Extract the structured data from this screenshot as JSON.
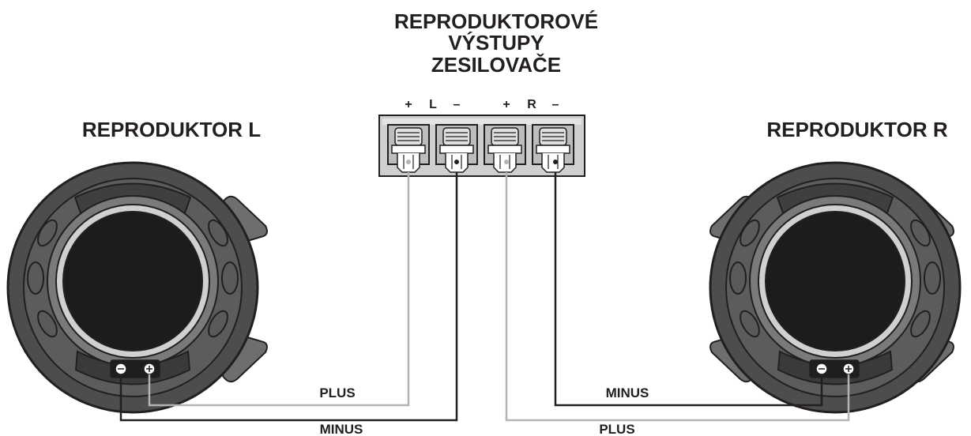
{
  "amp": {
    "title_lines": [
      "REPRODUKTOROVÉ",
      "VÝSTUPY",
      "ZESILOVAČE"
    ],
    "terminal_labels": [
      "+",
      "L",
      "–",
      "+",
      "R",
      "–"
    ]
  },
  "speaker_left": {
    "title": "REPRODUKTOR L"
  },
  "speaker_right": {
    "title": "REPRODUKTOR R"
  },
  "wires": {
    "left_plus_label": "PLUS",
    "left_minus_label": "MINUS",
    "right_minus_label": "MINUS",
    "right_plus_label": "PLUS"
  },
  "colors": {
    "minus_wire": "#231f20",
    "plus_wire": "#b3b3b3",
    "speaker_body": "#4a4a4a",
    "speaker_cone": "#1a1a1a",
    "terminal_block": "#c8c8c8"
  }
}
